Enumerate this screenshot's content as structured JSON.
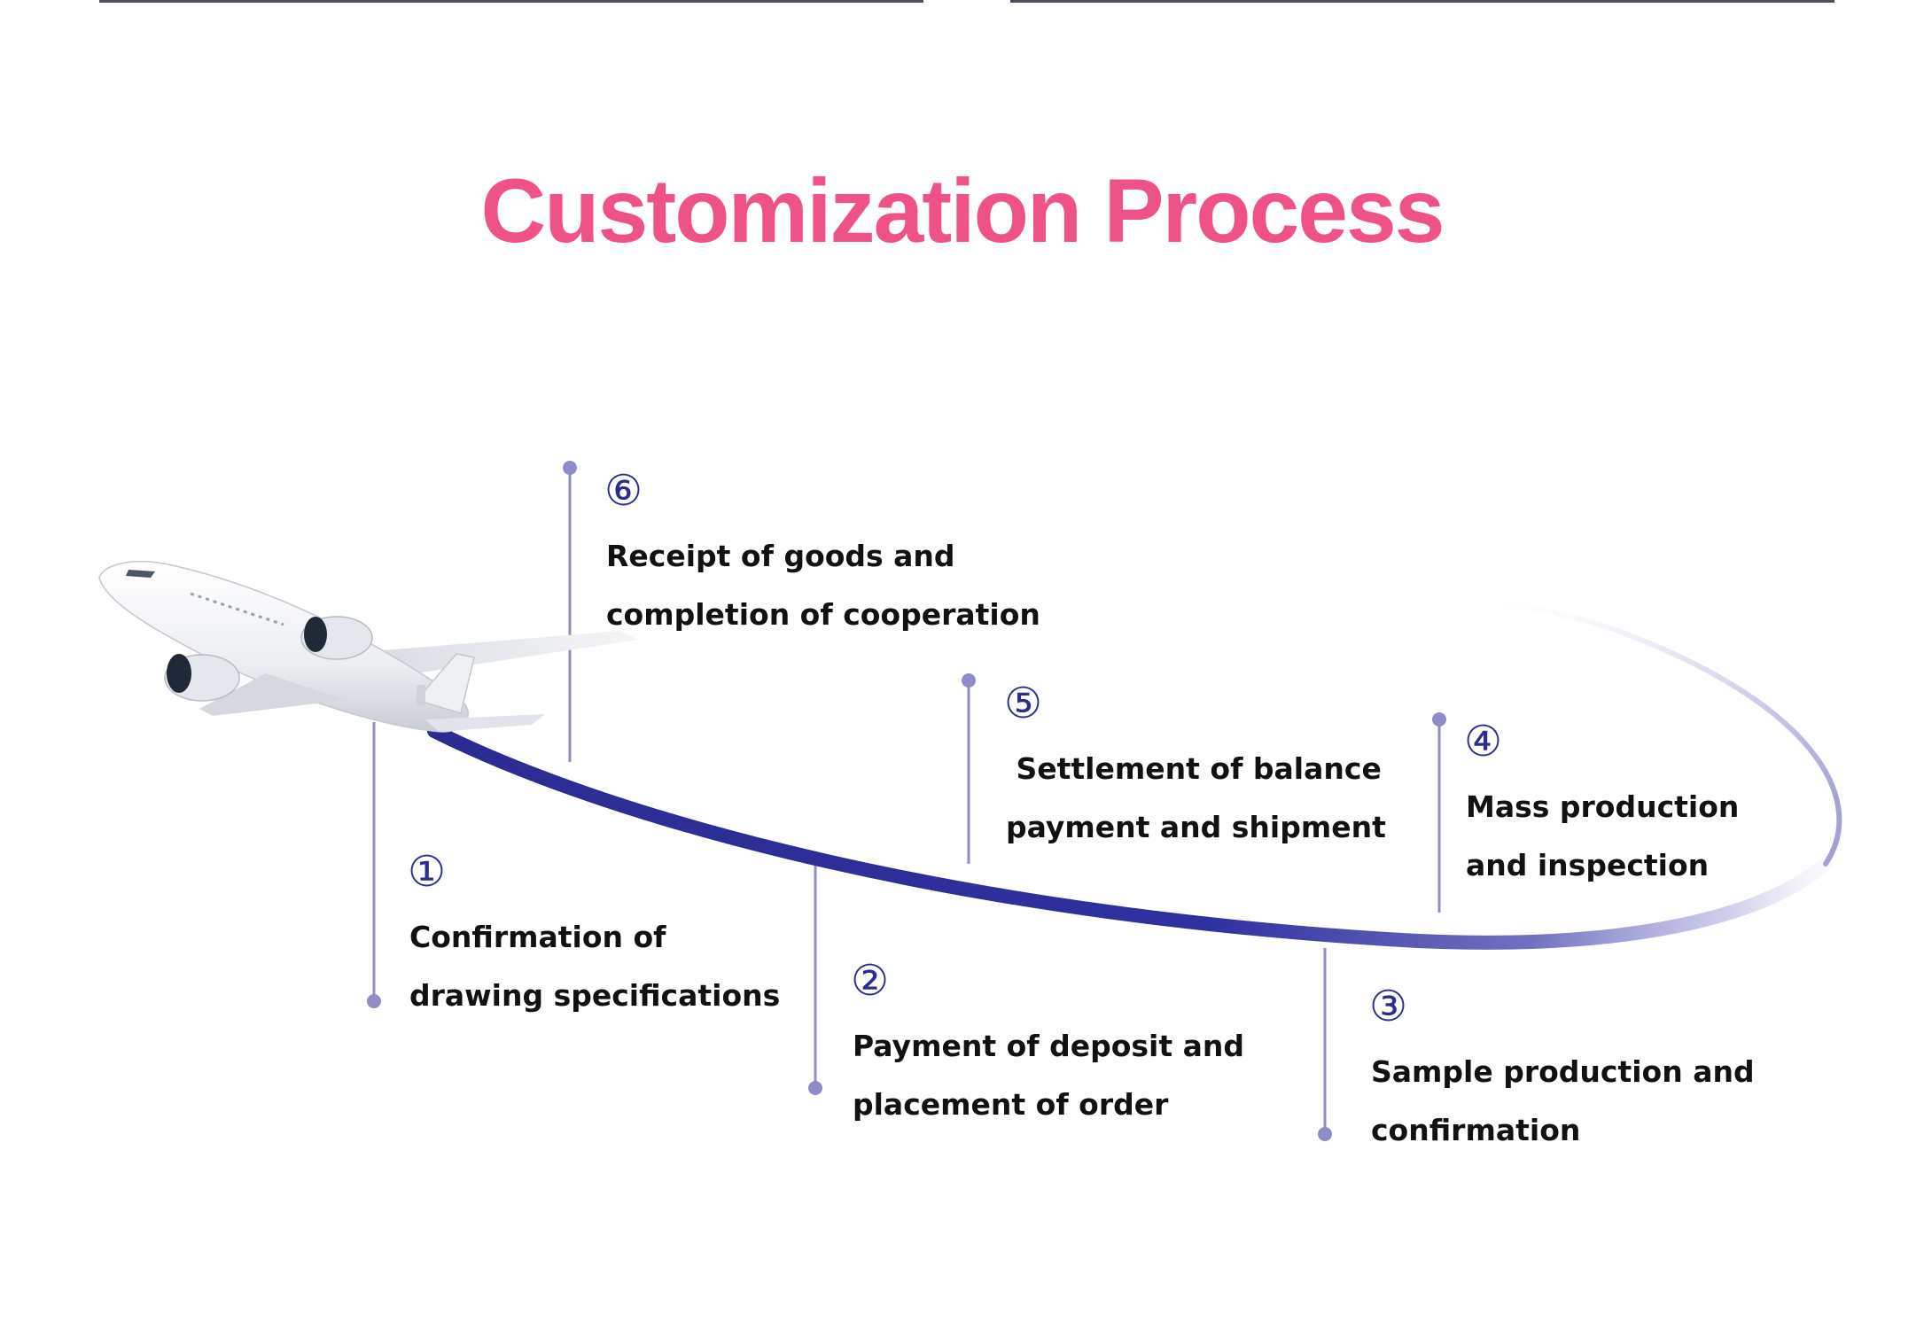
{
  "title": "Customization Process",
  "colors": {
    "title": "#ef5286",
    "path": "#2b2c92",
    "connector": "#8f8dc9",
    "number": "#2a2e8f",
    "text": "#111111"
  },
  "icons": {
    "airplane": "airplane-icon"
  },
  "steps": [
    {
      "number": "①",
      "lines": [
        "Confirmation of",
        "drawing specifications"
      ]
    },
    {
      "number": "②",
      "lines": [
        "Payment of deposit and",
        "placement of order"
      ]
    },
    {
      "number": "③",
      "lines": [
        "Sample production and",
        "confirmation"
      ]
    },
    {
      "number": "④",
      "lines": [
        "Mass production",
        "and inspection"
      ]
    },
    {
      "number": "⑤",
      "lines": [
        " Settlement of balance",
        "payment and shipment"
      ]
    },
    {
      "number": "⑥",
      "lines": [
        "Receipt of goods and",
        "completion of cooperation"
      ]
    }
  ]
}
